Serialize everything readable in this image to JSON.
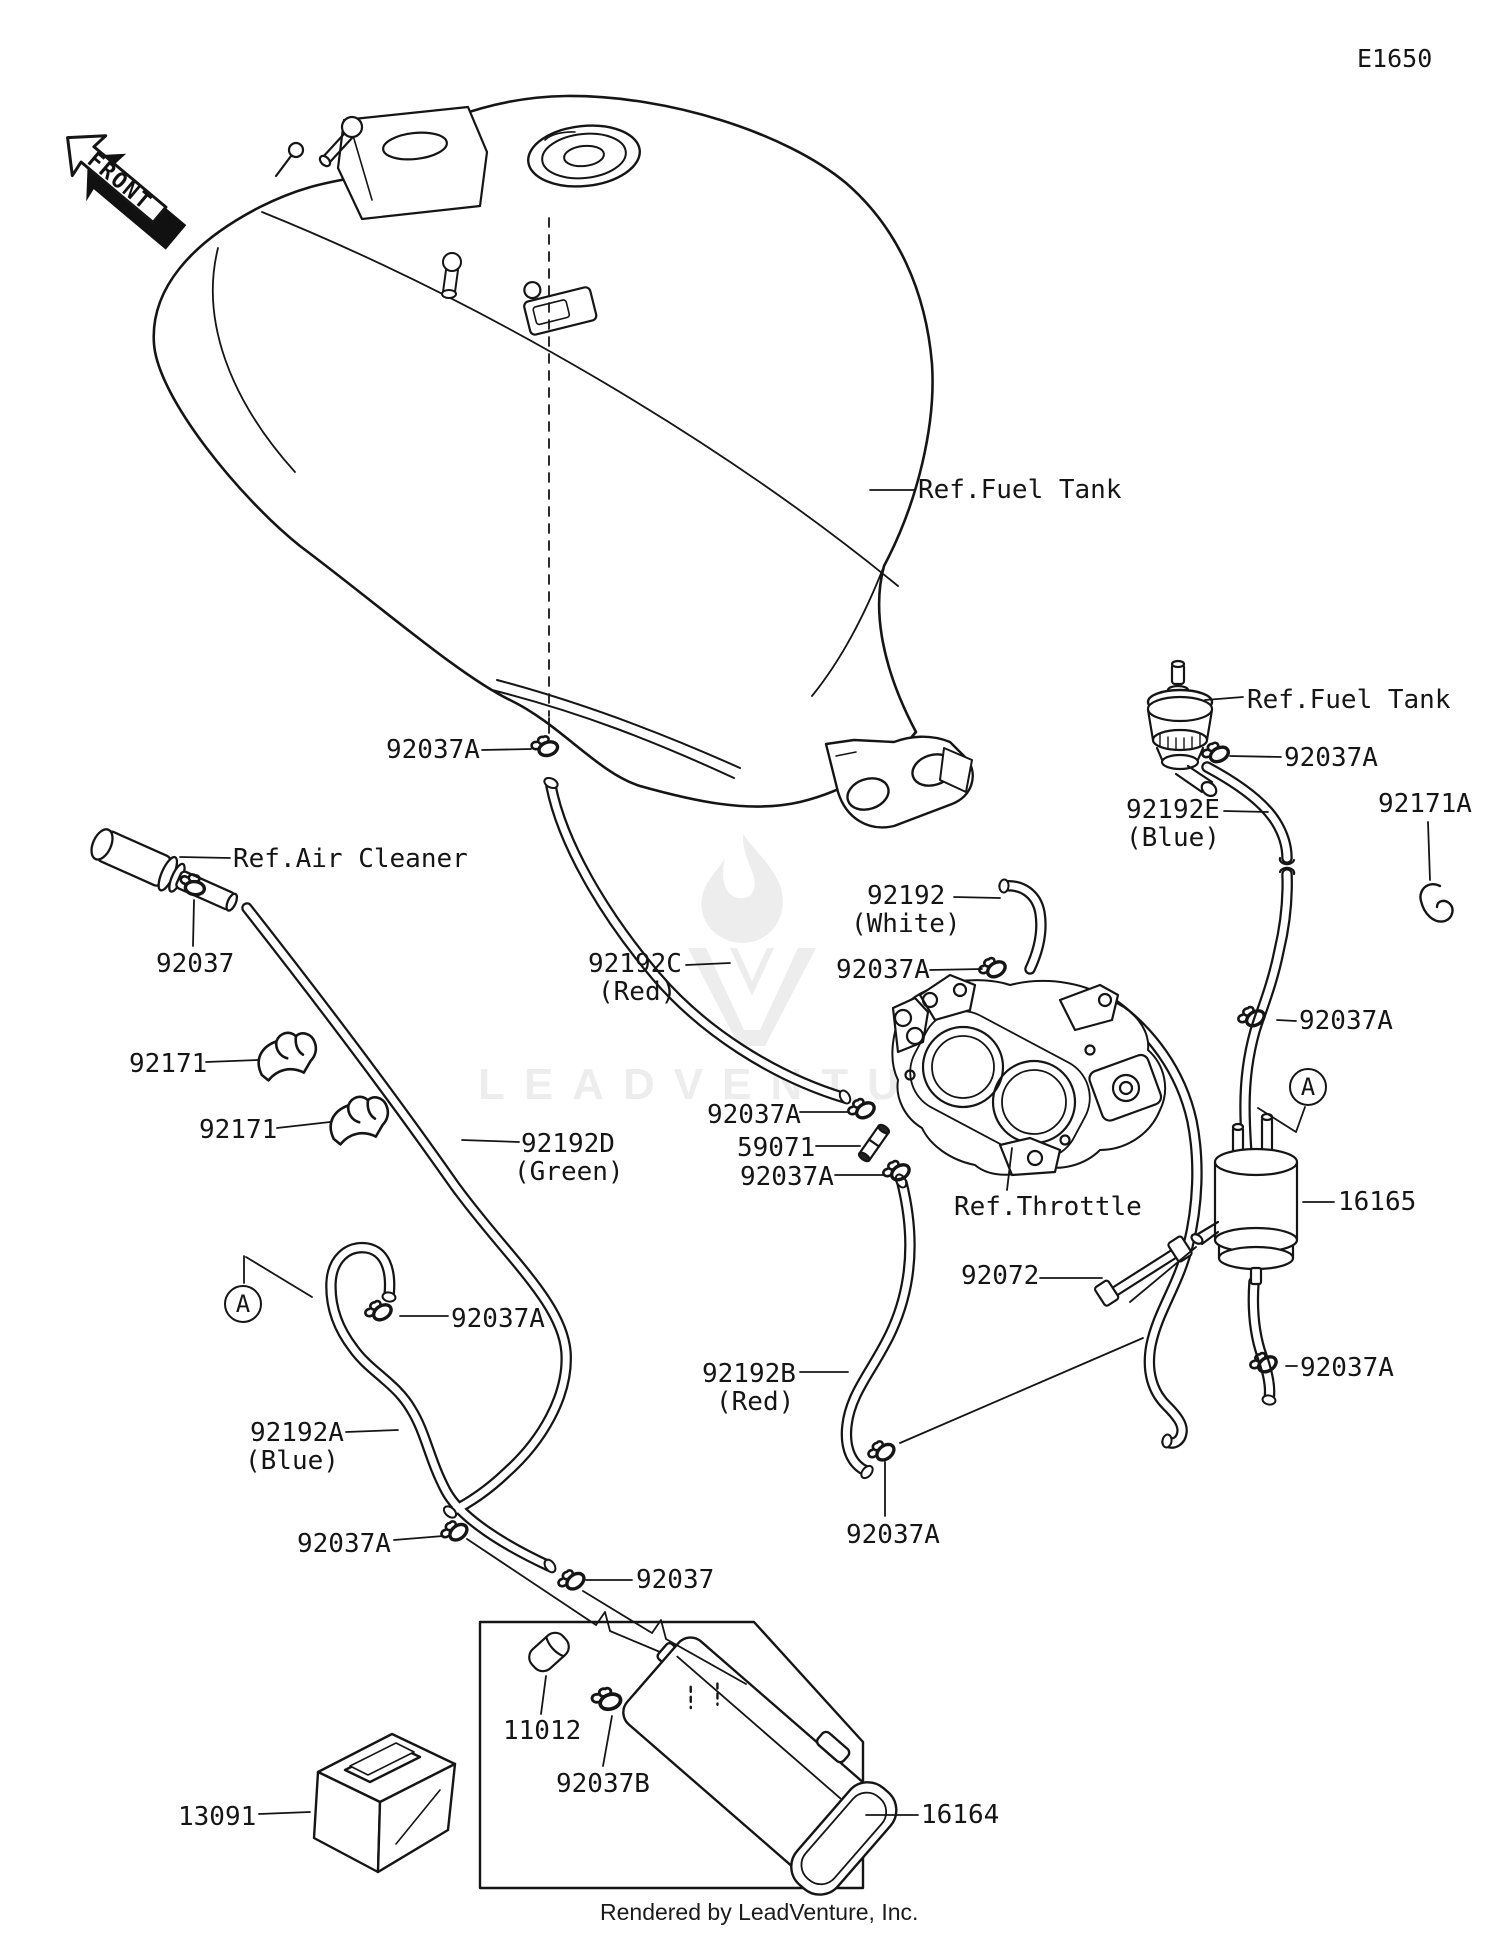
{
  "page": {
    "code": "E1650",
    "front_badge": "FRONT",
    "watermark_text": "LEADVENTURE",
    "footer": "Rendered by LeadVenture, Inc.",
    "view_marker": "A"
  },
  "labels": {
    "ref_fuel_tank_top": {
      "text": "Ref.Fuel Tank"
    },
    "ref_fuel_tank_right": {
      "text": "Ref.Fuel Tank"
    },
    "ref_air_cleaner": {
      "text": "Ref.Air Cleaner"
    },
    "ref_throttle": {
      "text": "Ref.Throttle"
    },
    "clamp_92037a_tank": {
      "text": "92037A"
    },
    "clamp_92037a_valve": {
      "text": "92037A"
    },
    "clamp_92037a_right_mid": {
      "text": "92037A"
    },
    "clamp_92037a_joint_upper": {
      "text": "92037A"
    },
    "clamp_92037a_joint_lower": {
      "text": "92037A"
    },
    "clamp_92037a_hook": {
      "text": "92037A"
    },
    "clamp_92037a_bottom_left": {
      "text": "92037A"
    },
    "clamp_92037a_bottom_mid": {
      "text": "92037A"
    },
    "clamp_92037a_bottom_right": {
      "text": "92037A"
    },
    "clamp_92037_air": {
      "text": "92037"
    },
    "clamp_92037_bottom": {
      "text": "92037"
    },
    "clamp_92037b": {
      "text": "92037B"
    },
    "clip_92171_upper": {
      "text": "92171"
    },
    "clip_92171_lower": {
      "text": "92171"
    },
    "clip_92171a": {
      "text": "92171A"
    },
    "hose_92192_white": {
      "text": "92192",
      "sub": "(White)"
    },
    "hose_92192a_blue": {
      "text": "92192A",
      "sub": "(Blue)"
    },
    "hose_92192b_red": {
      "text": "92192B",
      "sub": "(Red)"
    },
    "hose_92192c_red": {
      "text": "92192C",
      "sub": "(Red)"
    },
    "hose_92192d_green": {
      "text": "92192D",
      "sub": "(Green)"
    },
    "hose_92192e_blue": {
      "text": "92192E",
      "sub": "(Blue)"
    },
    "joint_59071": {
      "text": "59071"
    },
    "damper_92072": {
      "text": "92072"
    },
    "cap_11012": {
      "text": "11012"
    },
    "bracket_13091": {
      "text": "13091"
    },
    "canister_16164": {
      "text": "16164"
    },
    "canister_16165": {
      "text": "16165"
    }
  }
}
